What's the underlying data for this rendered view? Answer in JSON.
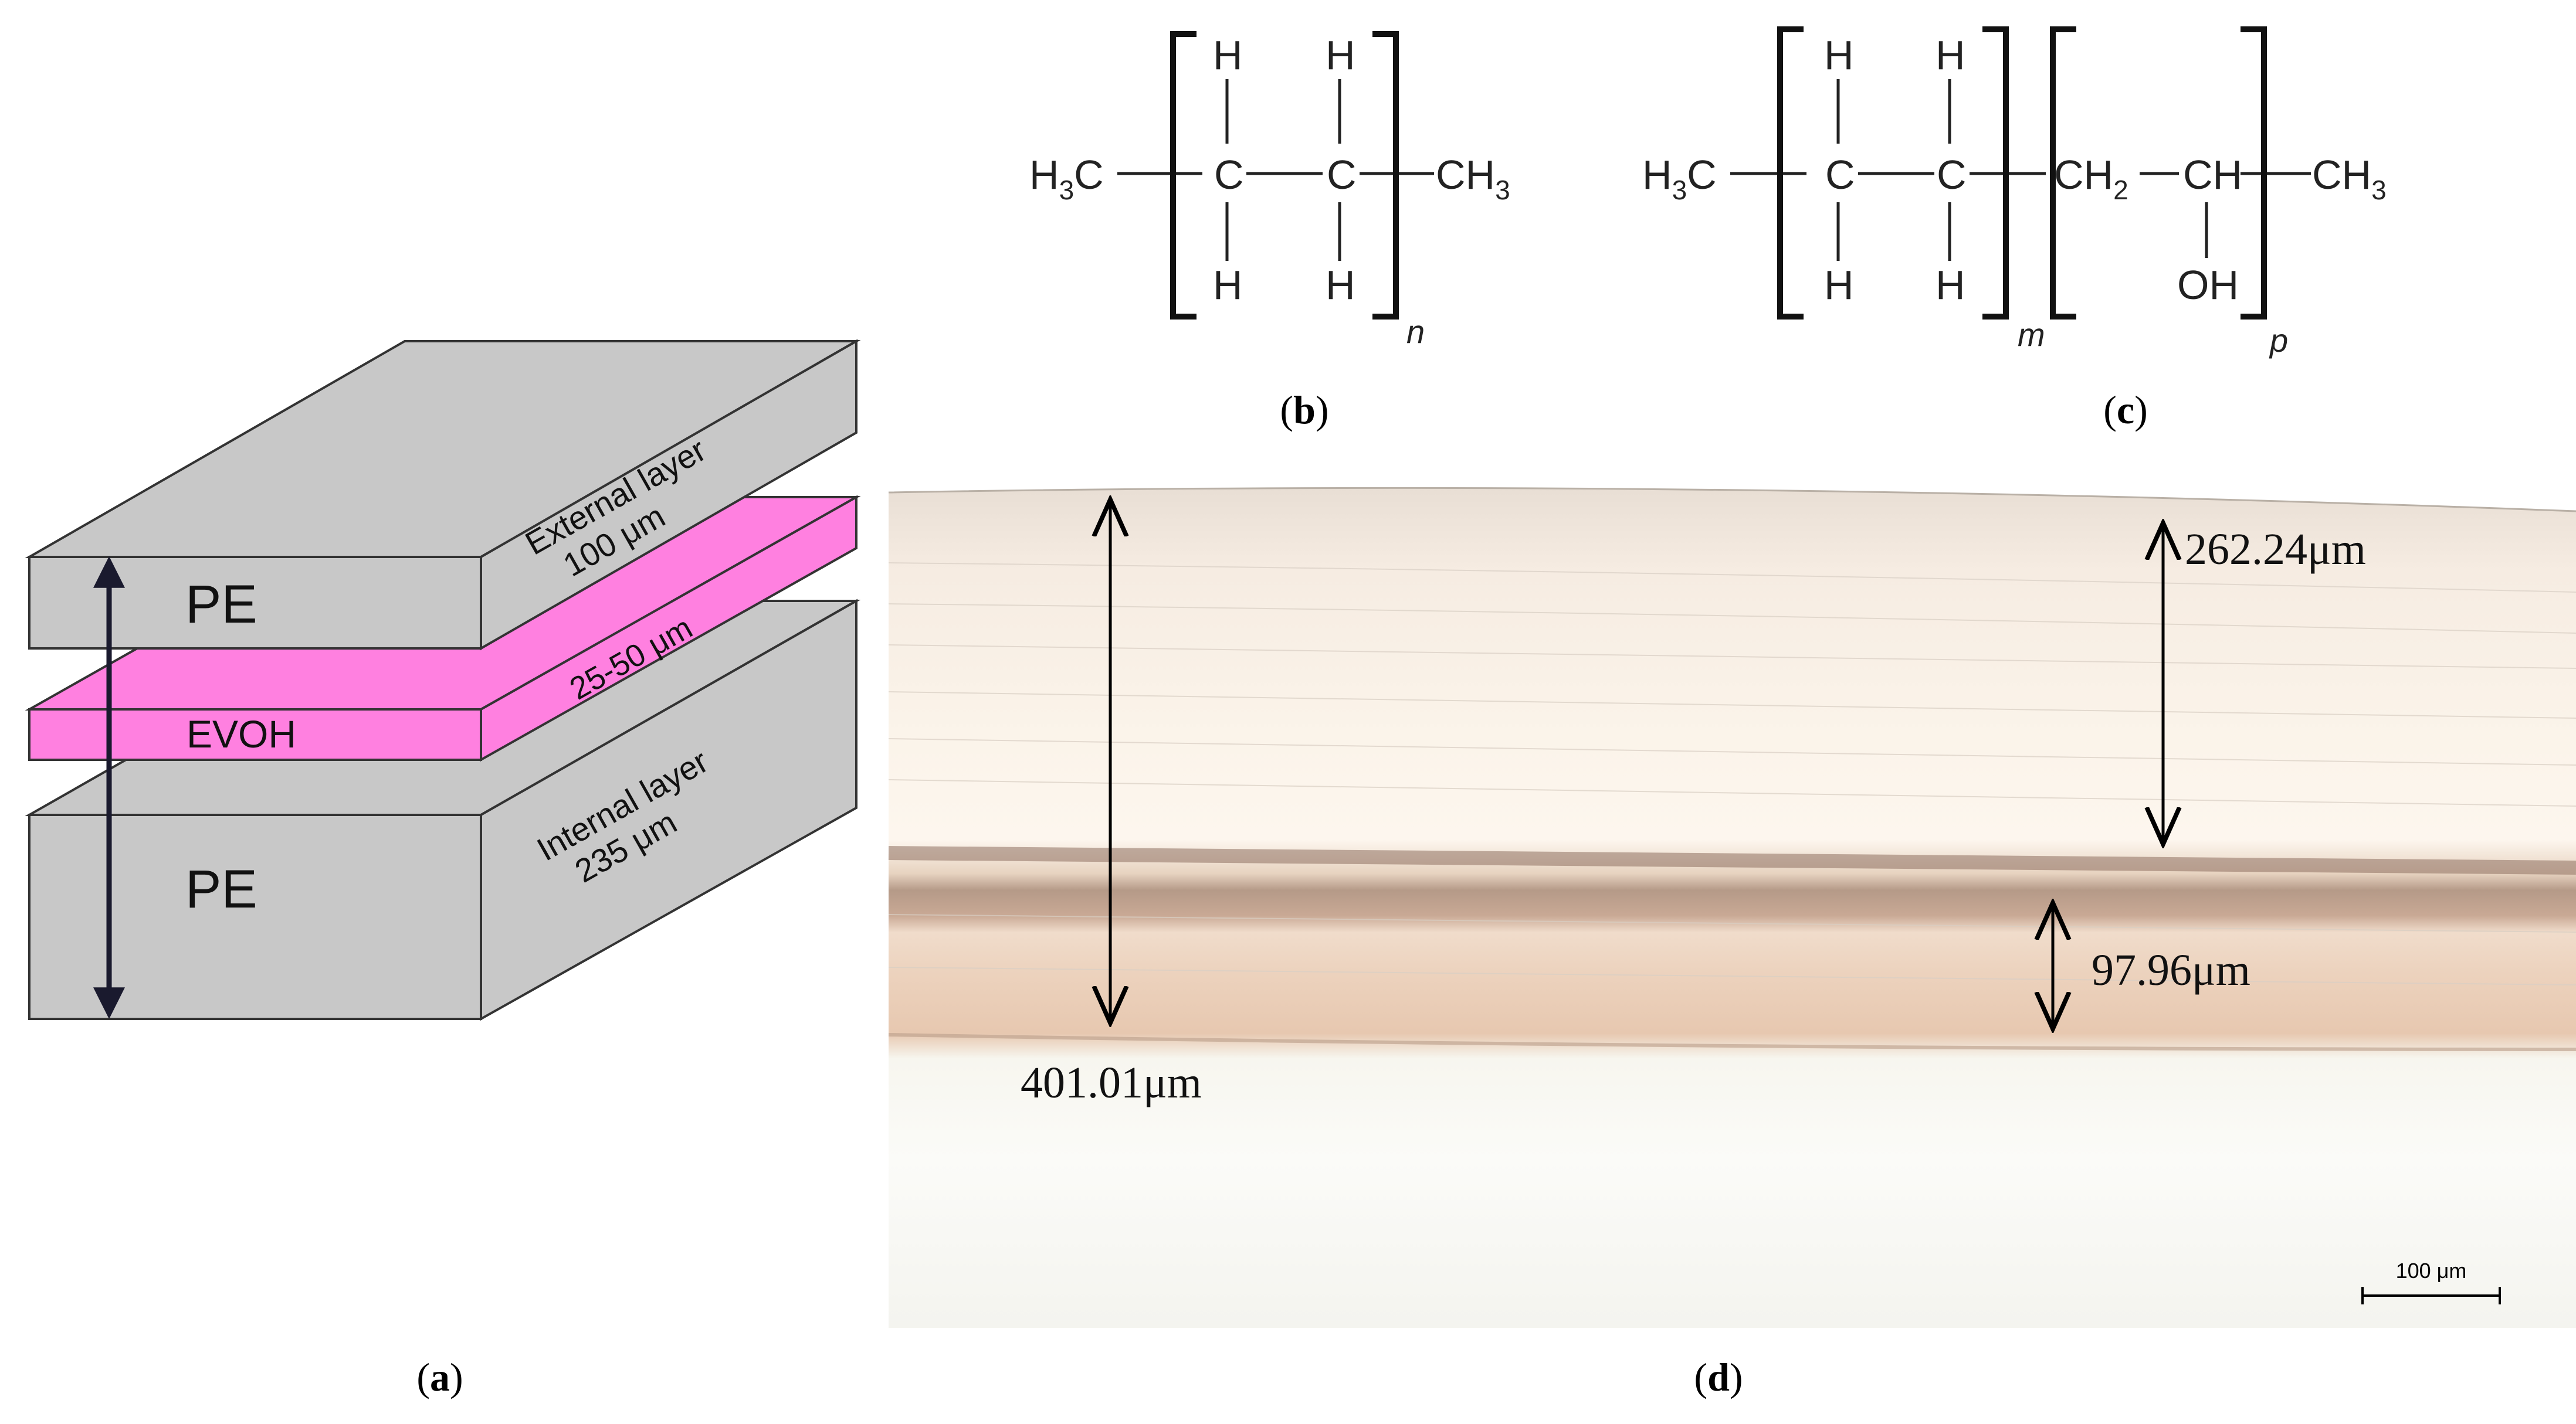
{
  "panel_a": {
    "external_layer_line1": "External layer",
    "external_layer_line2": "100 μm",
    "evoh_thickness": "25-50 μm",
    "internal_layer_line1": "Internal layer",
    "internal_layer_line2": "235 μm",
    "top_material": "PE",
    "middle_material": "EVOH",
    "bottom_material": "PE",
    "caption_letter": "a",
    "colors": {
      "pe": "#c8c8c8",
      "evoh": "#ff80e0",
      "outline": "#333333",
      "arrow": "#1a1a2e"
    }
  },
  "panel_b": {
    "left_end": "H",
    "left_end_sub": "3",
    "left_end_c": "C",
    "right_end": "CH",
    "right_end_sub": "3",
    "atom_c": "C",
    "atom_h": "H",
    "repeat_sub": "n",
    "caption_letter": "b"
  },
  "panel_c": {
    "left_end": "H",
    "left_end_sub": "3",
    "left_end_c": "C",
    "atom_c": "C",
    "atom_h": "H",
    "ch2": "CH",
    "ch2_sub": "2",
    "ch": "CH",
    "oh": "OH",
    "right_end": "CH",
    "right_end_sub": "3",
    "repeat_sub_1": "m",
    "repeat_sub_2": "p",
    "caption_letter": "c"
  },
  "panel_d": {
    "measure_external": "262.24μm",
    "measure_internal": "97.96μm",
    "measure_total": "401.01μm",
    "scale_bar": "100 μm",
    "caption_letter": "d"
  },
  "caption_paren_open": "(",
  "caption_paren_close": ")"
}
